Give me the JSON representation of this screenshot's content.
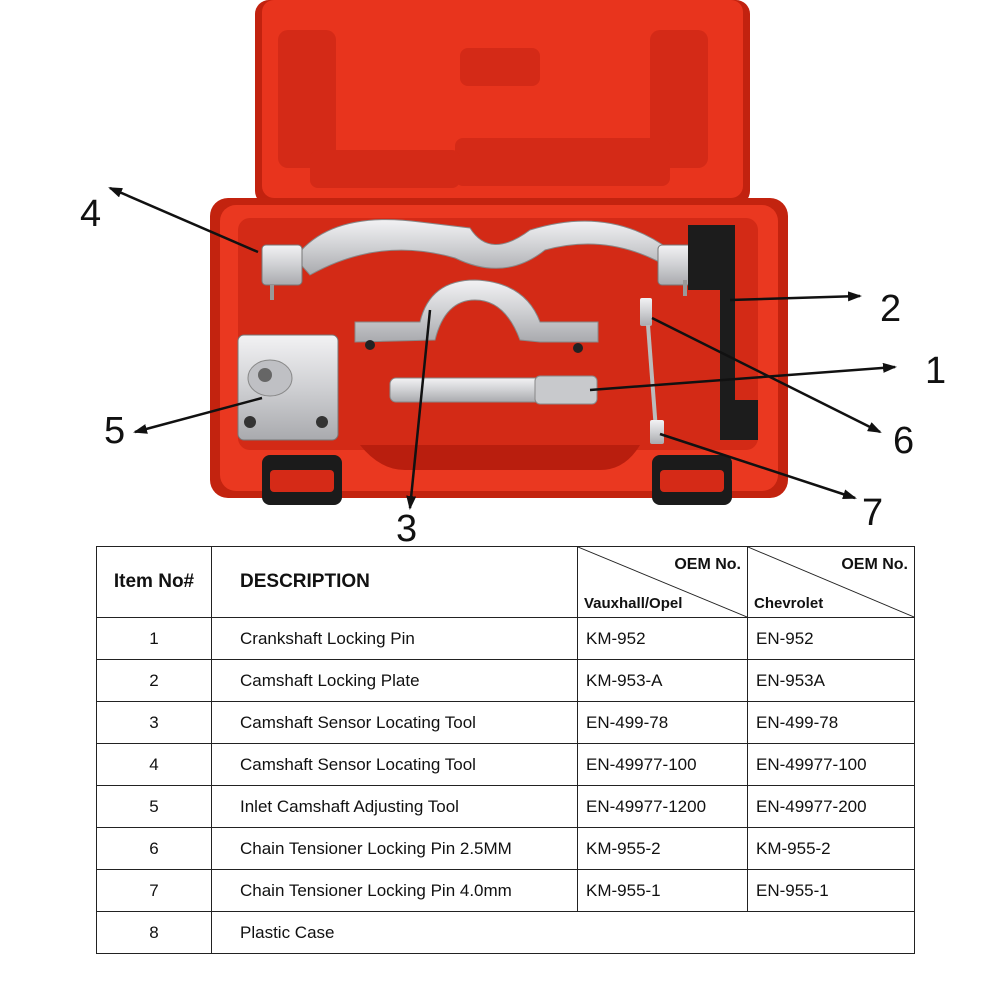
{
  "callouts": [
    {
      "number": "4"
    },
    {
      "number": "2"
    },
    {
      "number": "1"
    },
    {
      "number": "6"
    },
    {
      "number": "5"
    },
    {
      "number": "7"
    },
    {
      "number": "3"
    }
  ],
  "table": {
    "headers": {
      "item_no": "Item No#",
      "description": "DESCRIPTION",
      "oem1_top": "OEM No.",
      "oem1_bottom": "Vauxhall/Opel",
      "oem2_top": "OEM No.",
      "oem2_bottom": "Chevrolet"
    },
    "rows": [
      {
        "no": "1",
        "description": "Crankshaft Locking Pin",
        "oem_vauxhall": "KM-952",
        "oem_chevrolet": "EN-952"
      },
      {
        "no": "2",
        "description": "Camshaft Locking Plate",
        "oem_vauxhall": "KM-953-A",
        "oem_chevrolet": "EN-953A"
      },
      {
        "no": "3",
        "description": "Camshaft Sensor Locating  Tool",
        "oem_vauxhall": "EN-499-78",
        "oem_chevrolet": "EN-499-78"
      },
      {
        "no": "4",
        "description": "Camshaft Sensor Locating  Tool",
        "oem_vauxhall": "EN-49977-100",
        "oem_chevrolet": "EN-49977-100"
      },
      {
        "no": "5",
        "description": "Inlet Camshaft Adjusting Tool",
        "oem_vauxhall": "EN-49977-1200",
        "oem_chevrolet": "EN-49977-200"
      },
      {
        "no": "6",
        "description": "Chain Tensioner Locking  Pin 2.5MM",
        "oem_vauxhall": "KM-955-2",
        "oem_chevrolet": "KM-955-2"
      },
      {
        "no": "7",
        "description": "Chain Tensioner Locking  Pin 4.0mm",
        "oem_vauxhall": "KM-955-1",
        "oem_chevrolet": "EN-955-1"
      },
      {
        "no": "8",
        "description": "Plastic Case",
        "oem_vauxhall": "",
        "oem_chevrolet": ""
      }
    ]
  },
  "colors": {
    "case_red": "#e8321c",
    "case_dark_red": "#b51f10",
    "metal": "#d9d9dc",
    "black": "#1a1a1a"
  },
  "icons": [
    "toolkit-case-illustration",
    "arrow-icon"
  ]
}
